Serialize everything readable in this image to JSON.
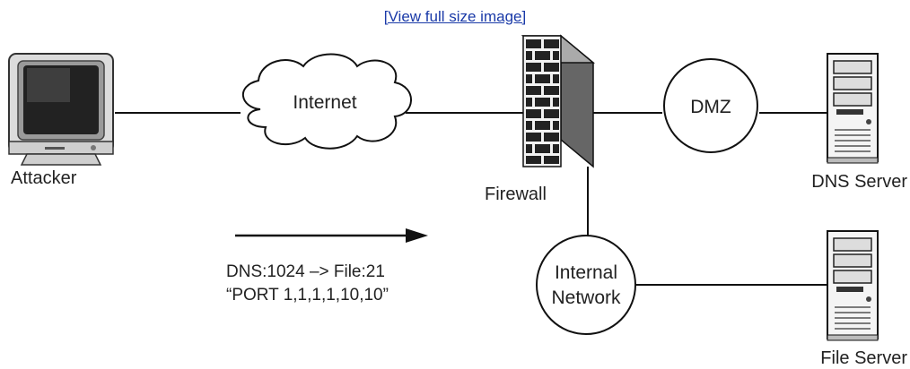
{
  "header": {
    "link_text": "[View full size image]"
  },
  "nodes": {
    "attacker": "Attacker",
    "internet": "Internet",
    "firewall": "Firewall",
    "dmz": "DMZ",
    "dns_server": "DNS Server",
    "internal_network_line1": "Internal",
    "internal_network_line2": "Network",
    "file_server": "File Server"
  },
  "annotation": {
    "line1": "DNS:1024 –> File:21",
    "line2": "“PORT 1,1,1,1,10,10”"
  },
  "colors": {
    "link": "#1a3aa8",
    "stroke": "#111111"
  }
}
